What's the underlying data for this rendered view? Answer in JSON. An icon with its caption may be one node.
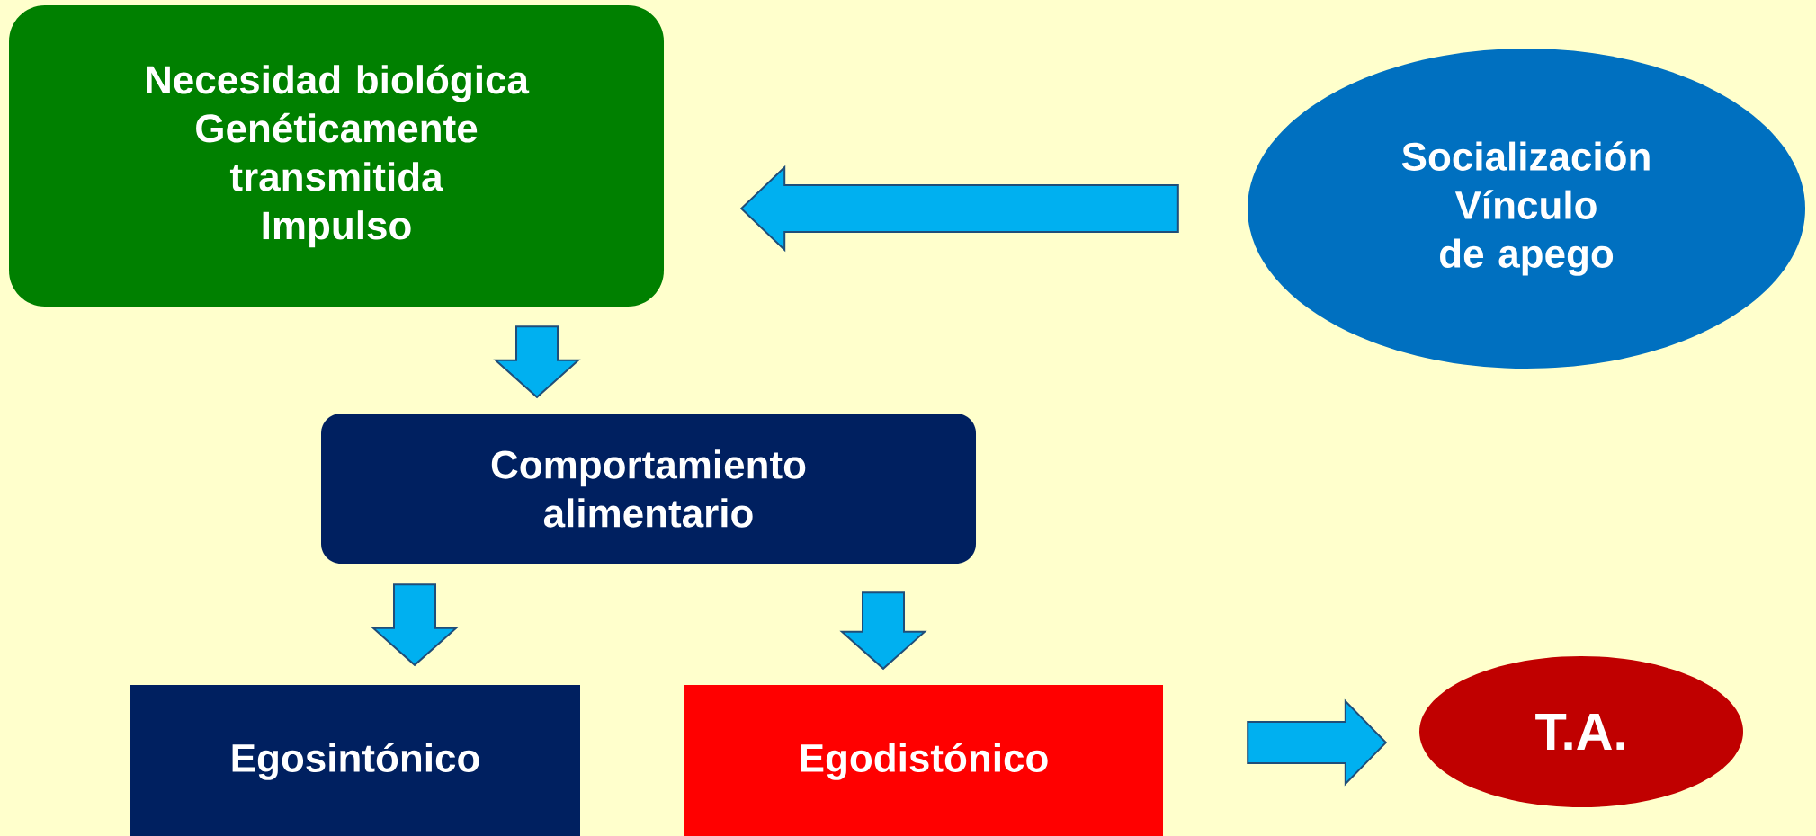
{
  "diagram": {
    "nodes": [
      {
        "text": [
          "Necesidad biológica",
          "Genéticamente transmitida",
          "Impulso"
        ]
      },
      {
        "text": [
          "Socialización",
          "Vínculo de apego"
        ]
      },
      {
        "text": [
          "Comportamiento alimentario"
        ]
      },
      {
        "text": [
          "Egosintónico"
        ]
      },
      {
        "text": [
          "Egodistónico"
        ]
      },
      {
        "text": [
          "T.A."
        ]
      }
    ],
    "edges": [
      {
        "from": 1,
        "to": 0,
        "arrow": "to"
      },
      {
        "from": 0,
        "to": 2,
        "arrow": "to"
      },
      {
        "from": 2,
        "to": 3,
        "arrow": "to"
      },
      {
        "from": 2,
        "to": 4,
        "arrow": "to"
      },
      {
        "from": 4,
        "to": 5,
        "arrow": "to"
      }
    ]
  }
}
